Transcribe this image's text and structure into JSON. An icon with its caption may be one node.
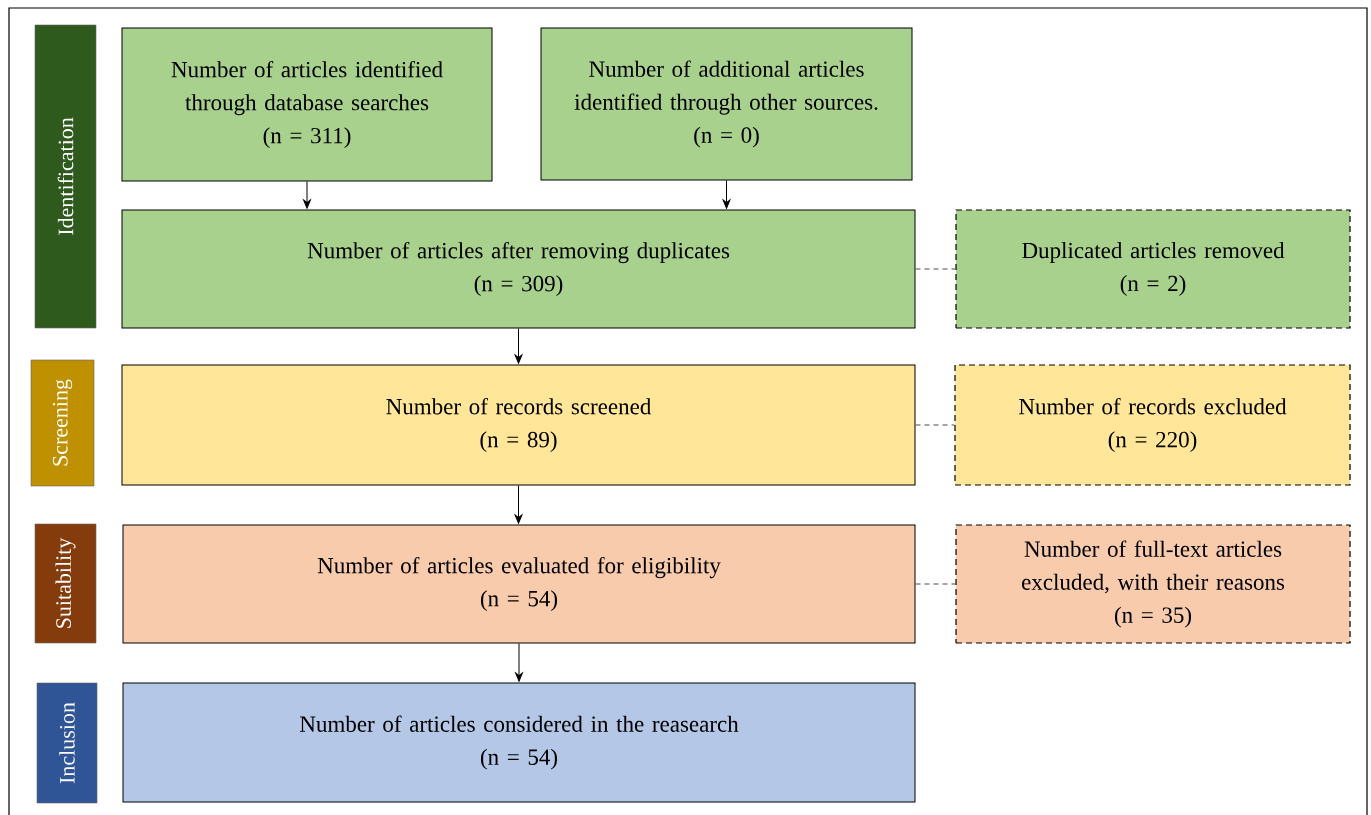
{
  "diagram": {
    "nodes": [
      {
        "text": [
          "Identification"
        ]
      },
      {
        "text": [
          "Screening"
        ]
      },
      {
        "text": [
          "Suitability"
        ]
      },
      {
        "text": [
          "Inclusion"
        ]
      },
      {
        "text": [
          "Number of articles identified through database searches",
          "(n = 311)"
        ]
      },
      {
        "text": [
          "Number of additional articles identified through other sources.",
          "(n = 0)"
        ]
      },
      {
        "text": [
          "Number of articles after removing duplicates",
          "(n = 309)"
        ]
      },
      {
        "text": [
          "Duplicated articles removed",
          "(n = 2)"
        ]
      },
      {
        "text": [
          "Number of records screened",
          "(n = 89)"
        ]
      },
      {
        "text": [
          "Number of records excluded",
          "(n = 220)"
        ]
      },
      {
        "text": [
          "Number of articles evaluated for eligibility",
          "(n = 54)"
        ]
      },
      {
        "text": [
          "Number of full-text articles excluded, with their reasons",
          "(n = 35)"
        ]
      },
      {
        "text": [
          "Number of articles considered in the reasearch",
          "(n = 54)"
        ]
      }
    ],
    "edges": [
      {
        "from": 4,
        "to": 6,
        "arrow": "to"
      },
      {
        "from": 5,
        "to": 6,
        "arrow": "to"
      },
      {
        "from": 6,
        "to": 7,
        "arrow": "none",
        "style": "dashed"
      },
      {
        "from": 6,
        "to": 8,
        "arrow": "to"
      },
      {
        "from": 8,
        "to": 9,
        "arrow": "none",
        "style": "dashed"
      },
      {
        "from": 8,
        "to": 10,
        "arrow": "to"
      },
      {
        "from": 10,
        "to": 11,
        "arrow": "none",
        "style": "dashed"
      },
      {
        "from": 10,
        "to": 12,
        "arrow": "to"
      }
    ]
  }
}
